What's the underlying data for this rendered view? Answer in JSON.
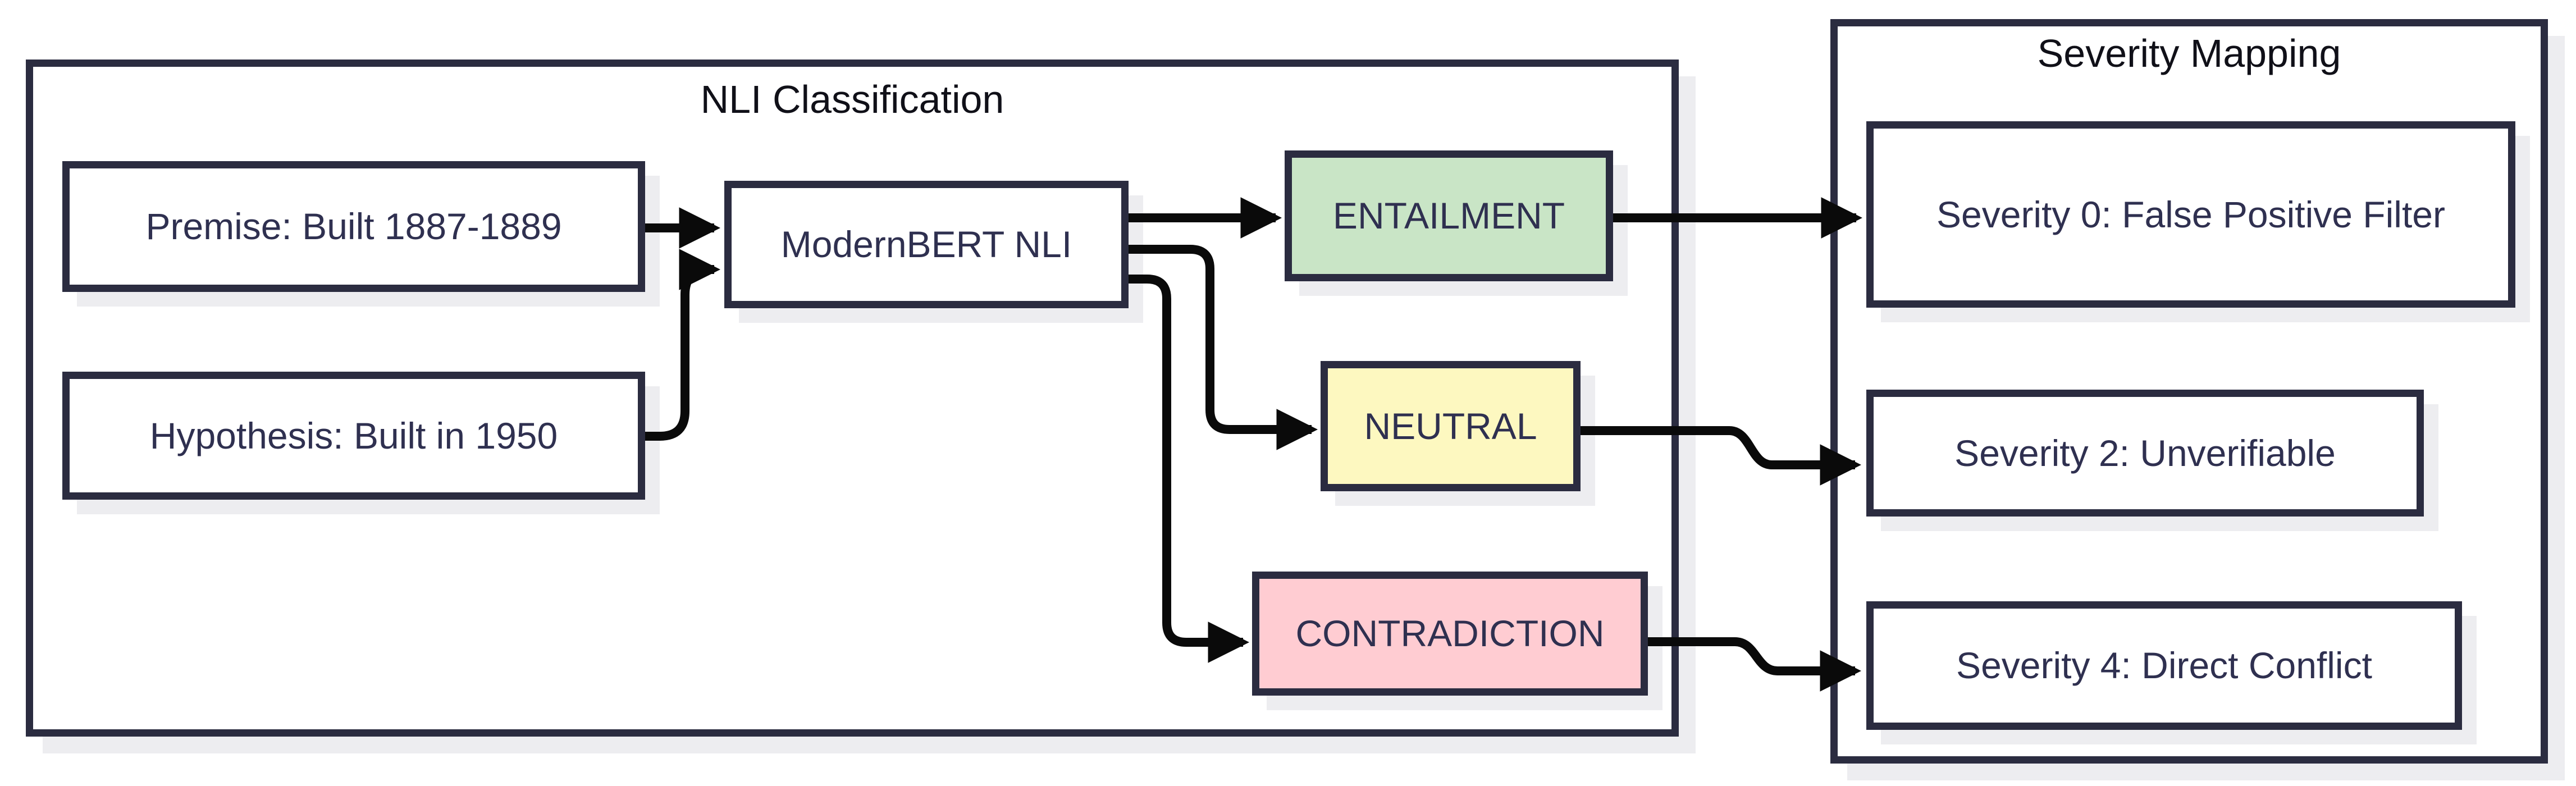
{
  "diagram": {
    "background_color": "#ffffff",
    "border_color": "#2b2c40",
    "arrow_color": "#0a0a0a",
    "shadow_color": "#ededf0",
    "text_color": "#2f3050",
    "containers": {
      "nli": {
        "title": "NLI Classification"
      },
      "severity": {
        "title": "Severity Mapping"
      }
    },
    "nodes": {
      "premise": {
        "label": "Premise: Built 1887-1889",
        "fill": "#ffffff"
      },
      "hypothesis": {
        "label": "Hypothesis: Built in 1950",
        "fill": "#ffffff"
      },
      "model": {
        "label": "ModernBERT NLI",
        "fill": "#ffffff"
      },
      "entailment": {
        "label": "ENTAILMENT",
        "fill": "#c9e5c6"
      },
      "neutral": {
        "label": "NEUTRAL",
        "fill": "#fdf8c0"
      },
      "contradiction": {
        "label": "CONTRADICTION",
        "fill": "#ffccd2"
      },
      "sev0": {
        "label": "Severity 0: False Positive Filter",
        "fill": "#ffffff"
      },
      "sev2": {
        "label": "Severity 2: Unverifiable",
        "fill": "#ffffff"
      },
      "sev4": {
        "label": "Severity 4: Direct Conflict",
        "fill": "#ffffff"
      }
    },
    "arrows": [
      {
        "from": "premise",
        "to": "model"
      },
      {
        "from": "hypothesis",
        "to": "model"
      },
      {
        "from": "model",
        "to": "entailment"
      },
      {
        "from": "model",
        "to": "neutral"
      },
      {
        "from": "model",
        "to": "contradiction"
      },
      {
        "from": "entailment",
        "to": "sev0"
      },
      {
        "from": "neutral",
        "to": "sev2"
      },
      {
        "from": "contradiction",
        "to": "sev4"
      }
    ]
  }
}
